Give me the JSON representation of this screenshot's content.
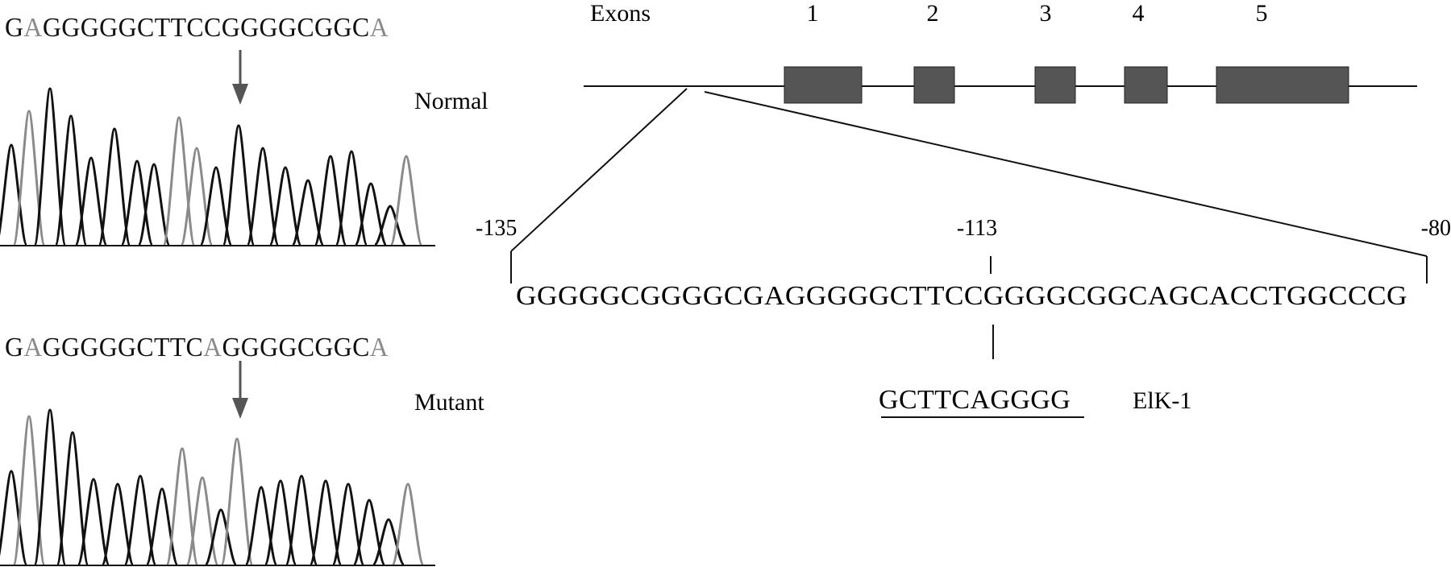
{
  "chromatograms": [
    {
      "label": "Normal",
      "sequence": "GAGGGGGCTTCCGGGGCGGCA",
      "marked_base_index": 11
    },
    {
      "label": "Mutant",
      "sequence": "GAGGGGGCTTCAGGGGCGGCA",
      "marked_base_index": 11
    }
  ],
  "gene_map": {
    "title": "Exons",
    "exons": [
      "1",
      "2",
      "3",
      "4",
      "5"
    ]
  },
  "promoter": {
    "positions": [
      "-135",
      "-113",
      "-80"
    ],
    "sequence": "GGGGGCGGGGCGAGGGGGCTTCCGGGGCGGCAGCACCTGGCCCG",
    "site_sequence": "GCTTCAGGGG",
    "site_name": "ElK-1"
  },
  "colors": {
    "ink": "#111111",
    "exon_fill": "#555555",
    "trace_dark": "#111111",
    "trace_gray": "#8a8a8a"
  }
}
